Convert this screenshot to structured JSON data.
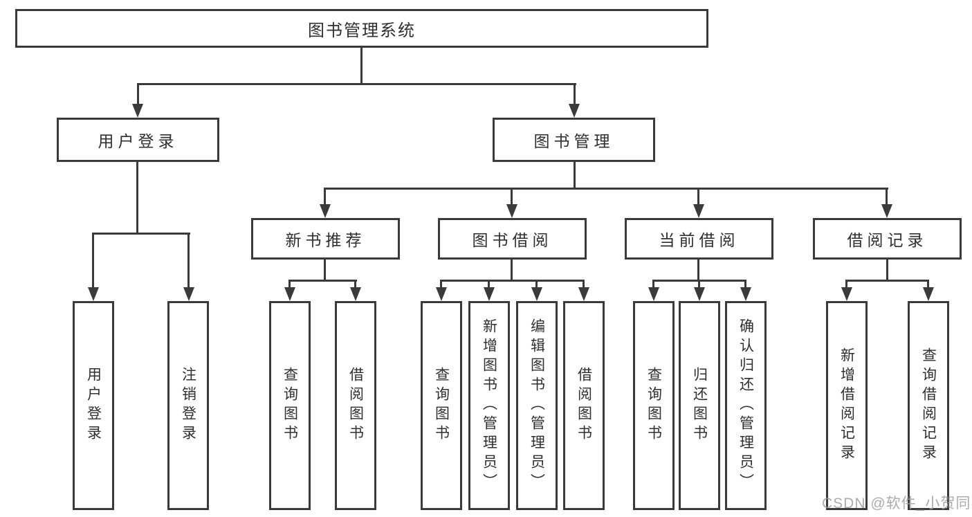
{
  "diagram": {
    "title": "图书管理系统",
    "watermark": "CSDN @软件_小贺同学",
    "level2": [
      {
        "label": "用户登录"
      },
      {
        "label": "图书管理"
      }
    ],
    "level3": [
      {
        "label": "新书推荐"
      },
      {
        "label": "图书借阅"
      },
      {
        "label": "当前借阅"
      },
      {
        "label": "借阅记录"
      }
    ],
    "leaves": {
      "user_login": [
        "用户登录",
        "注销登录"
      ],
      "new_book_recommend": [
        "查询图书",
        "借阅图书"
      ],
      "book_borrow": [
        "查询图书",
        "新增图书（管理员）",
        "编辑图书（管理员）",
        "借阅图书"
      ],
      "current_borrow": [
        "查询图书",
        "归还图书",
        "确认归还（管理员）"
      ],
      "borrow_records": [
        "新增借阅记录",
        "查询借阅记录"
      ]
    }
  }
}
